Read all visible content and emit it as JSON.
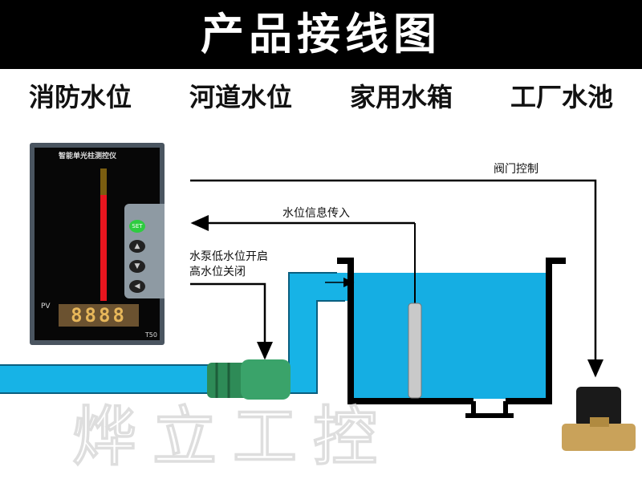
{
  "title": "产品接线图",
  "applications": [
    "消防水位",
    "河道水位",
    "家用水箱",
    "工厂水池"
  ],
  "controller": {
    "panel_title": "智能单光柱测控仪",
    "pv_label": "PV",
    "display": "8888",
    "model": "T50",
    "set_key": "SET",
    "level_fill_percent": 80,
    "colors": {
      "bar": "#e8151e",
      "set_key": "#2ecc40"
    }
  },
  "labels": {
    "valve_control": "阀门控制",
    "level_signal_in": "水位信息传入",
    "pump_line1": "水泵低水位开启",
    "pump_line2": "高水位关闭"
  },
  "watermark": "烨立工控",
  "colors": {
    "water": "#15aee3",
    "pipe": "#17b3e6",
    "header_bg": "#000000"
  }
}
